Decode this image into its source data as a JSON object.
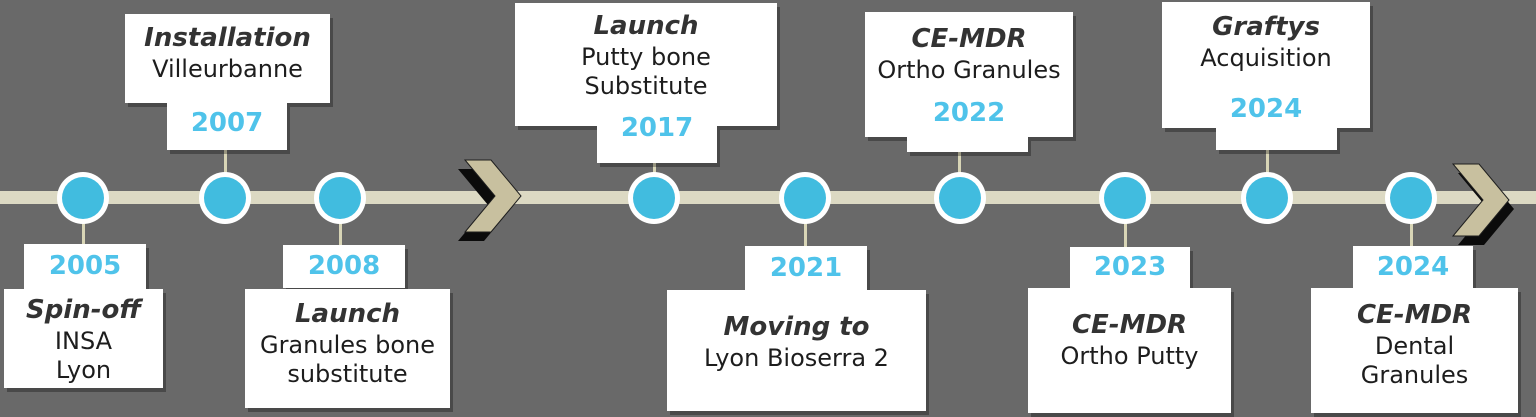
{
  "timeline": {
    "events": [
      {
        "year": "2005",
        "title": "Spin-off",
        "lines": [
          "INSA",
          "Lyon"
        ],
        "position": "below"
      },
      {
        "year": "2007",
        "title": "Installation",
        "lines": [
          "Villeurbanne"
        ],
        "position": "above"
      },
      {
        "year": "2008",
        "title": "Launch",
        "lines": [
          "Granules bone",
          "substitute"
        ],
        "position": "below"
      },
      {
        "year": "2017",
        "title": "Launch",
        "lines": [
          "Putty bone",
          "Substitute"
        ],
        "position": "above"
      },
      {
        "year": "2021",
        "title": "Moving to",
        "lines": [
          "Lyon Bioserra 2"
        ],
        "position": "below"
      },
      {
        "year": "2022",
        "title": "CE-MDR",
        "lines": [
          "Ortho Granules"
        ],
        "position": "above"
      },
      {
        "year": "2023",
        "title": "CE-MDR",
        "lines": [
          "Ortho Putty"
        ],
        "position": "below"
      },
      {
        "year": "2024",
        "title": "Graftys",
        "lines": [
          "Acquisition"
        ],
        "position": "above"
      },
      {
        "year": "2024",
        "title": "CE-MDR",
        "lines": [
          "Dental",
          "Granules"
        ],
        "position": "below"
      }
    ],
    "icons": {
      "mid_arrow": "chevron-right-icon",
      "end_arrow": "chevron-right-icon"
    },
    "colors": {
      "background": "#696969",
      "bar": "#dcd9c3",
      "connector": "#d8d5b6",
      "dot_fill": "#41bcdf",
      "dot_ring": "#ffffff",
      "year_text": "#4fc3ea",
      "title_text": "#333333",
      "body_text": "#1d1d1d",
      "chevron": "#c8c09f",
      "chevron_shadow": "#0b0b0b",
      "card": "#ffffff"
    }
  }
}
